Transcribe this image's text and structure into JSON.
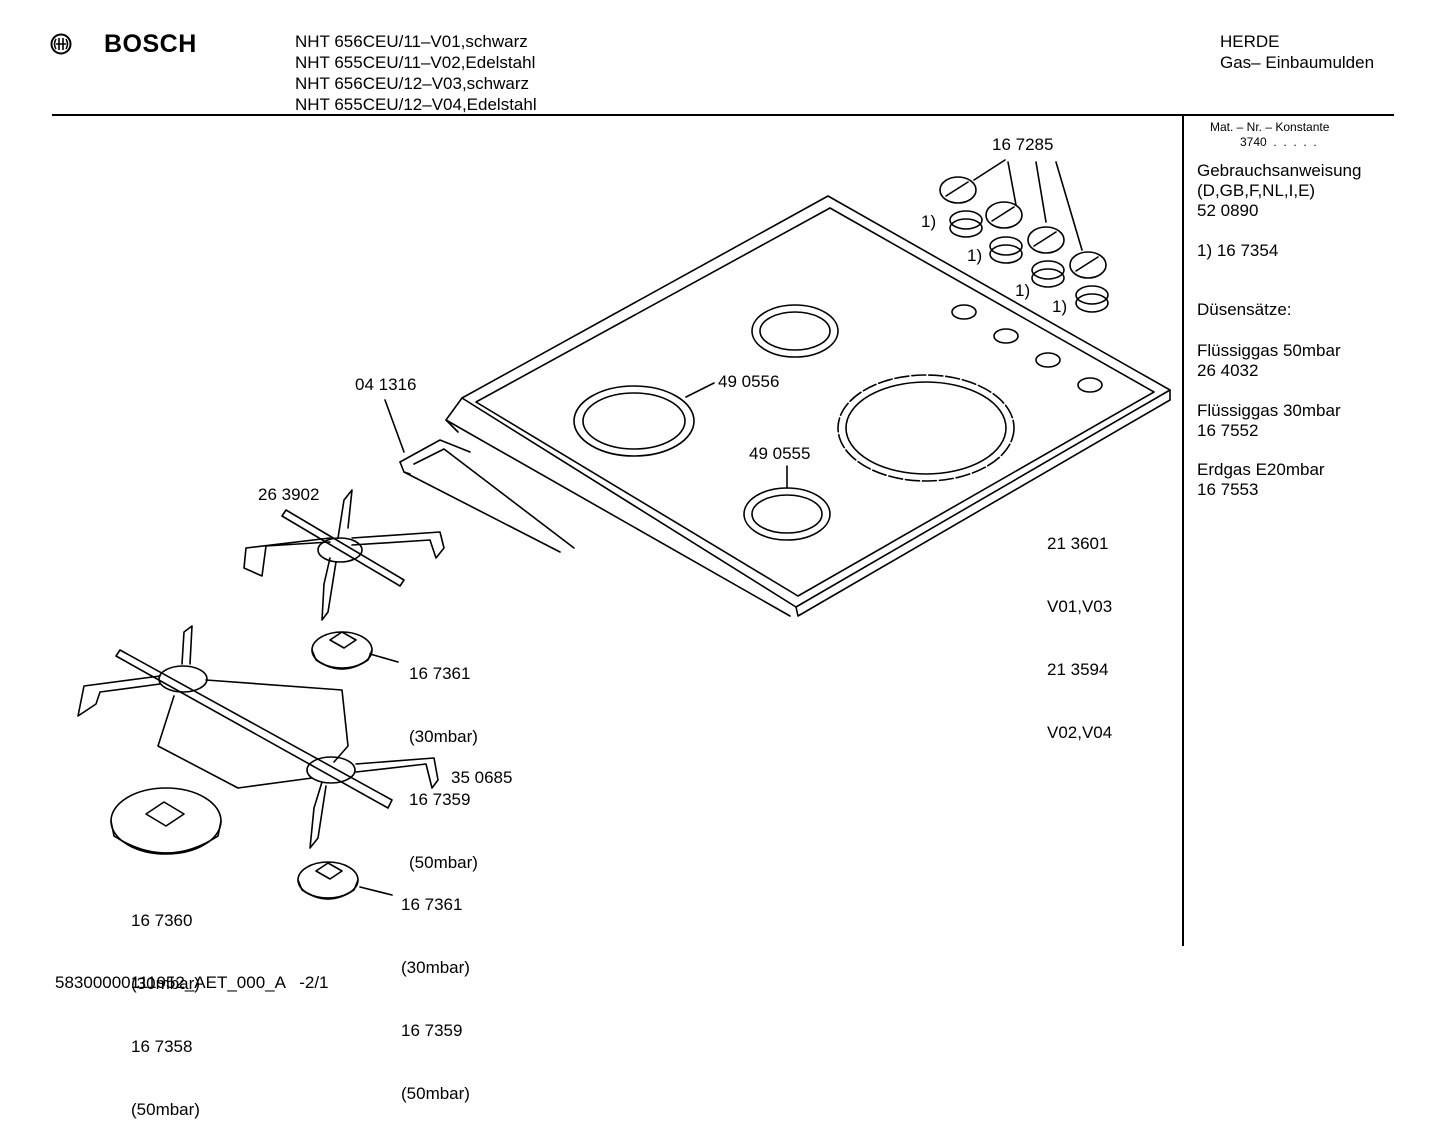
{
  "header": {
    "brand": "BOSCH",
    "logo_icon": "bosch-armature-icon",
    "models": [
      "NHT 656CEU/11–V01,schwarz",
      "NHT 655CEU/11–V02,Edelstahl",
      "NHT 656CEU/12–V03,schwarz",
      "NHT 655CEU/12–V04,Edelstahl"
    ],
    "category": [
      "HERDE",
      "Gas– Einbaumulden"
    ]
  },
  "sidebar": {
    "mat_label": "Mat. – Nr. – Konstante",
    "mat_value": "3740  .  .  .  .  .",
    "manual_title": "Gebrauchsanweisung",
    "manual_langs": "(D,GB,F,NL,I,E)",
    "manual_number": "52 0890",
    "footnote": "1)  16 7354",
    "nozzle_title": "Düsensätze:",
    "nozzles": [
      {
        "label": "Flüssiggas 50mbar",
        "number": "26 4032"
      },
      {
        "label": "Flüssiggas 30mbar",
        "number": "16 7552"
      },
      {
        "label": "Erdgas E20mbar",
        "number": "16 7553"
      }
    ]
  },
  "parts": {
    "knobs": "16 7285",
    "footnote_mark": "1)",
    "seal_frame": "04 1316",
    "ring_large": "49 0556",
    "ring_small": "49 0555",
    "hob_top": [
      "21 3601",
      "V01,V03",
      "21 3594",
      "V02,V04"
    ],
    "grate_single": "26 3902",
    "burner_cap_upper": [
      "16 7361",
      "(30mbar)",
      "16 7359",
      "(50mbar)"
    ],
    "grate_double": "35 0685",
    "burner_cap_large": [
      "16 7360",
      "(30mbar)",
      "16 7358",
      "(50mbar)"
    ],
    "burner_cap_lower": [
      "16 7361",
      "(30mbar)",
      "16 7359",
      "(50mbar)"
    ]
  },
  "footer": {
    "doc_id": "58300000111952_AET_000_A   -2/1"
  }
}
